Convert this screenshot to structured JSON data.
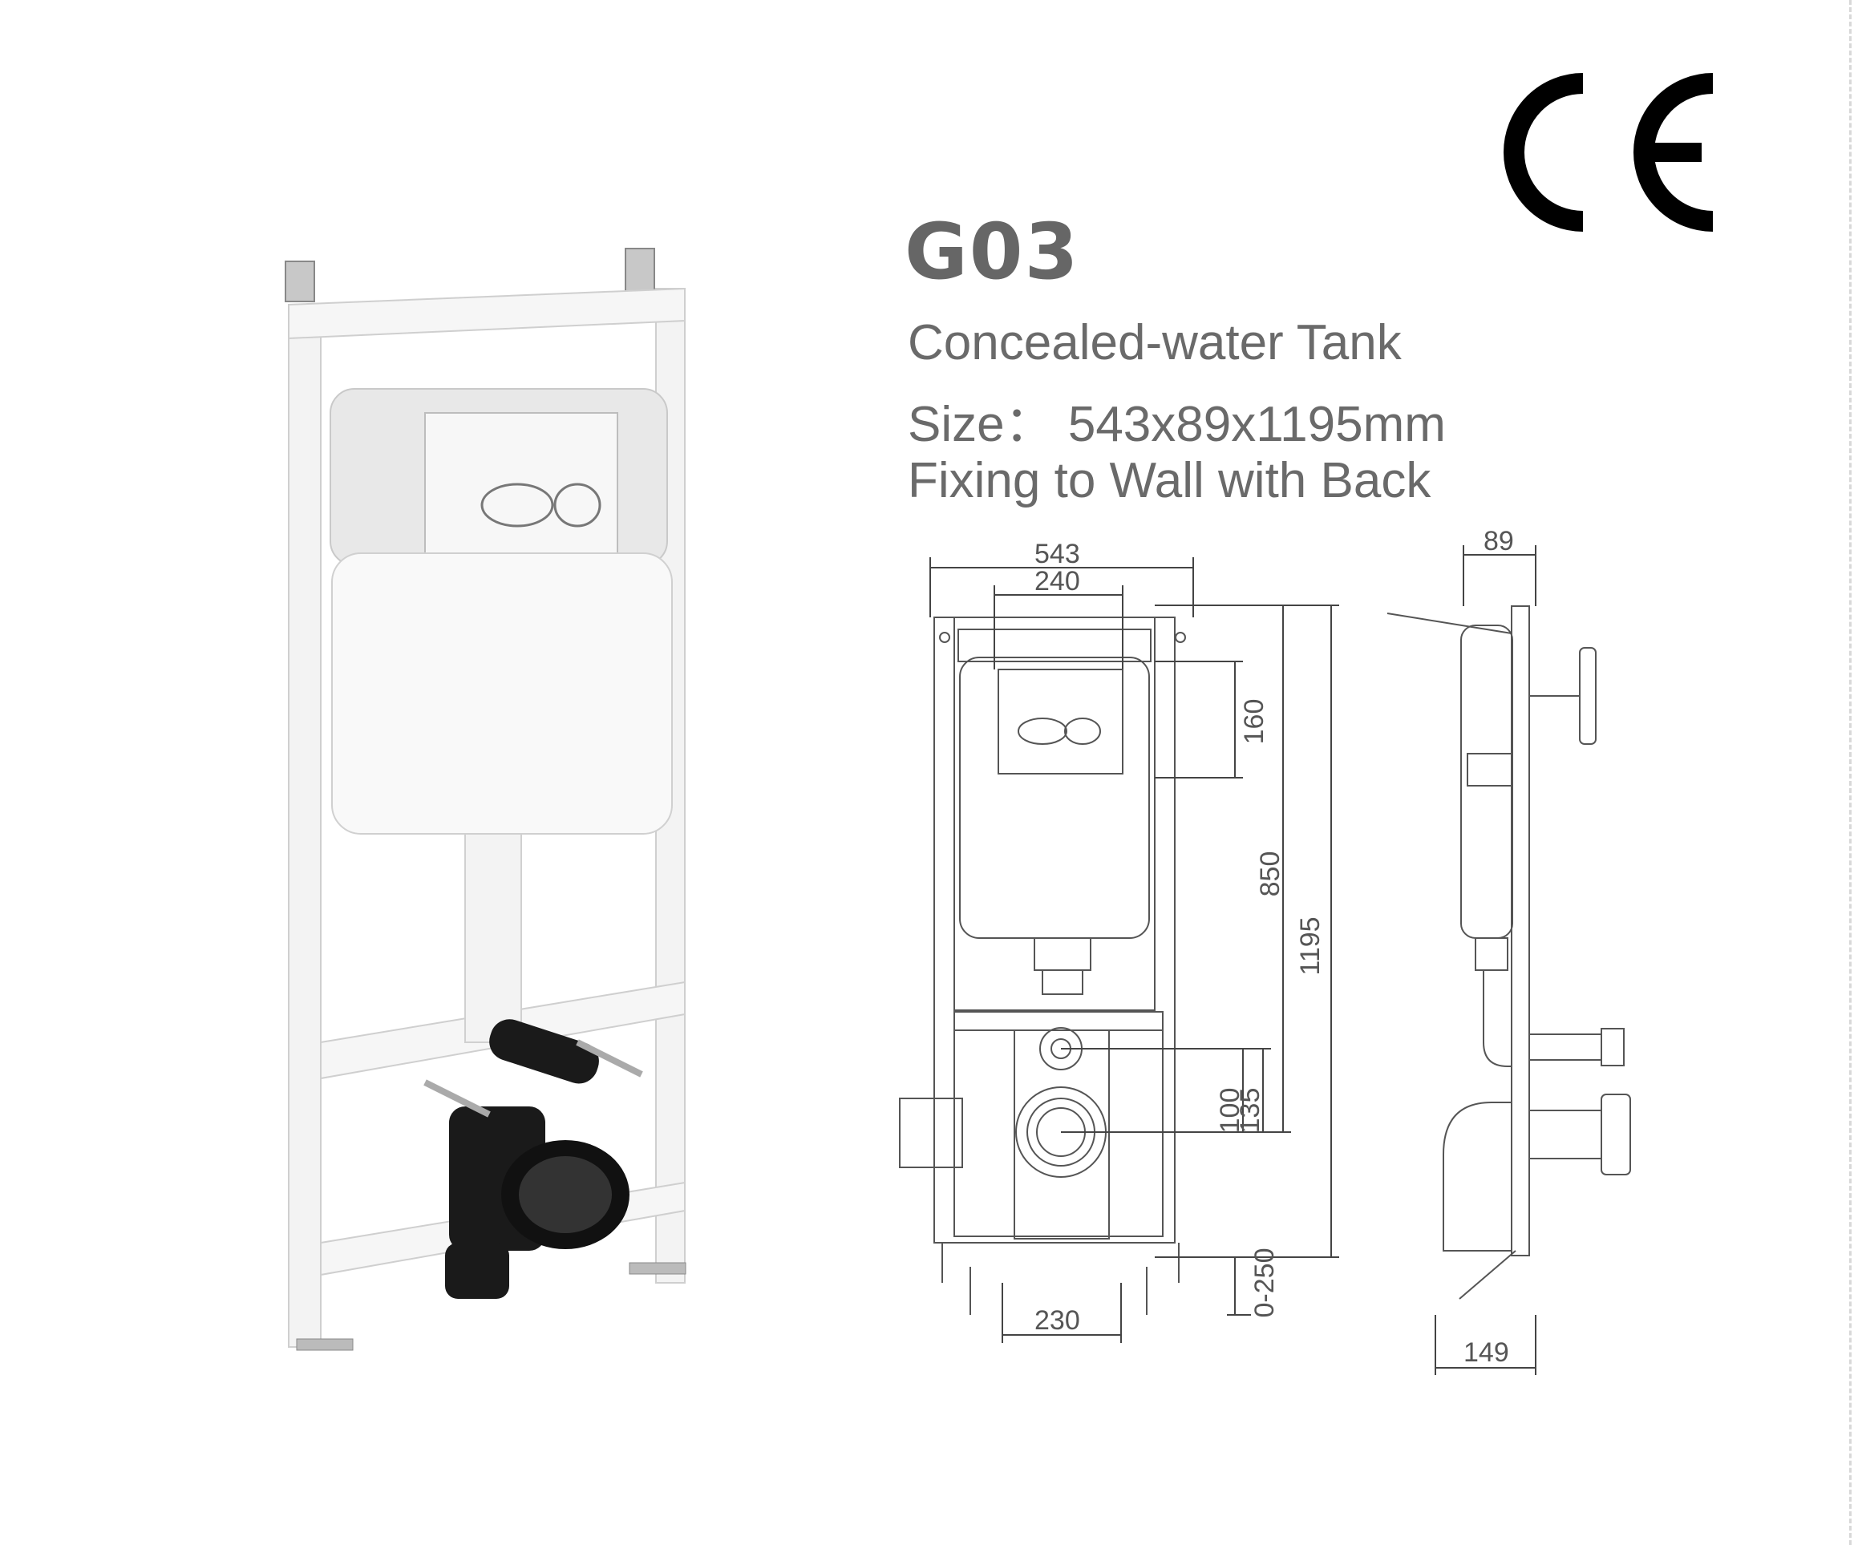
{
  "product": {
    "model": "G03",
    "name": "Concealed-water Tank",
    "size": "Size： 543x89x1195mm",
    "mounting": "Fixing to Wall with Back"
  },
  "certification_mark": "CE",
  "front_view": {
    "width_overall": "543",
    "width_inner": "240",
    "height_button": "160",
    "height_tank": "850",
    "height_overall": "1195",
    "inlet_height": "135",
    "outlet_height": "100",
    "leg_adjust": "0-250",
    "outlet_spacing": "230"
  },
  "side_view": {
    "depth": "89",
    "depth_total": "149"
  },
  "colors": {
    "text": "#6a6a6a",
    "line": "#555555",
    "frame": "#f2f2f2",
    "pipe": "#1a1a1a"
  }
}
